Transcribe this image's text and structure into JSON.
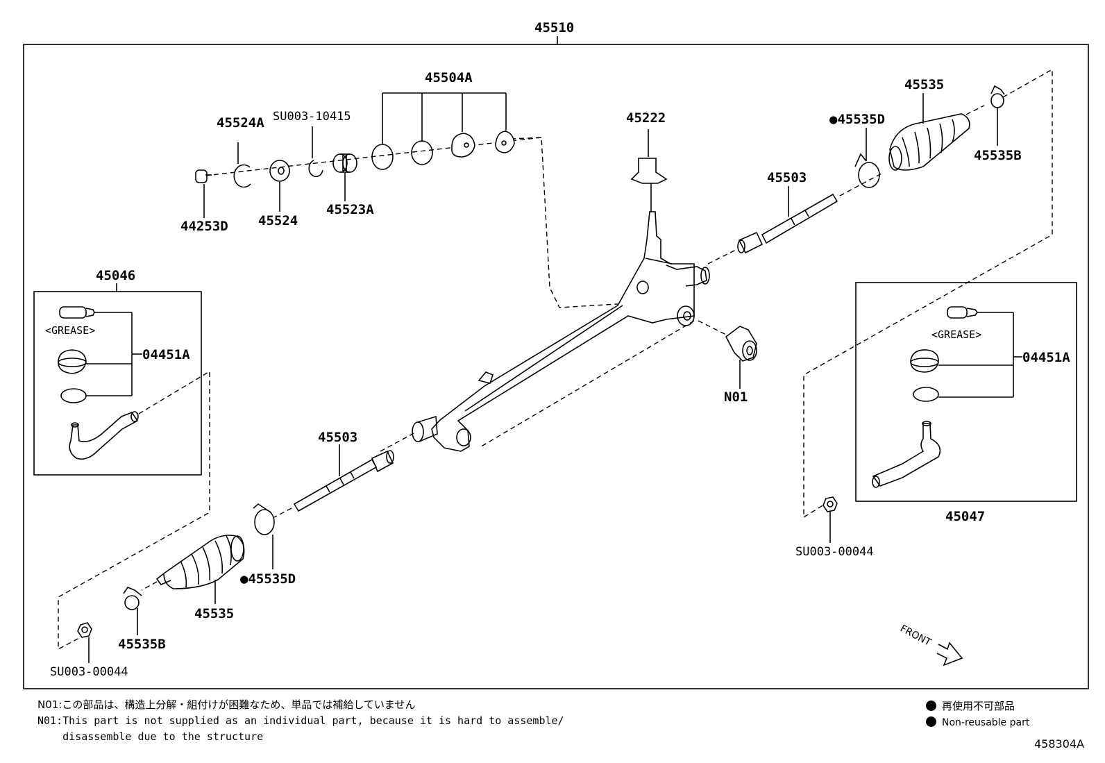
{
  "diagram_id": "458304A",
  "parts": {
    "p45510": "45510",
    "p45504A": "45504A",
    "p45524A": "45524A",
    "pSU003_10415": "SU003-10415",
    "p44253D": "44253D",
    "p45524": "45524",
    "p45523A": "45523A",
    "p45222": "45222",
    "p45535D_upper": "●45535D",
    "p45535_upper": "45535",
    "p45535B_upper": "45535B",
    "p45503_upper": "45503",
    "p45046": "45046",
    "p04451A_left": "04451A",
    "pN01": "N01",
    "p04451A_right": "04451A",
    "p45047": "45047",
    "pSU003_00044_right": "SU003-00044",
    "p45503_lower": "45503",
    "p45535D_lower": "●45535D",
    "p45535_lower": "45535",
    "p45535B_lower": "45535B",
    "pSU003_00044_left": "SU003-00044"
  },
  "grease_left": "<GREASE>",
  "grease_right": "<GREASE>",
  "front_label": "FRONT",
  "notes": {
    "line1": "N01:この部品は、構造上分解・組付けが困難なため、単品では補給していません",
    "line2": "N01:This part is not supplied as an individual part, because it is hard to assemble/",
    "line3": "    disassemble due to the structure"
  },
  "legend": {
    "jp": "再使用不可部品",
    "en": "Non-reusable part"
  }
}
